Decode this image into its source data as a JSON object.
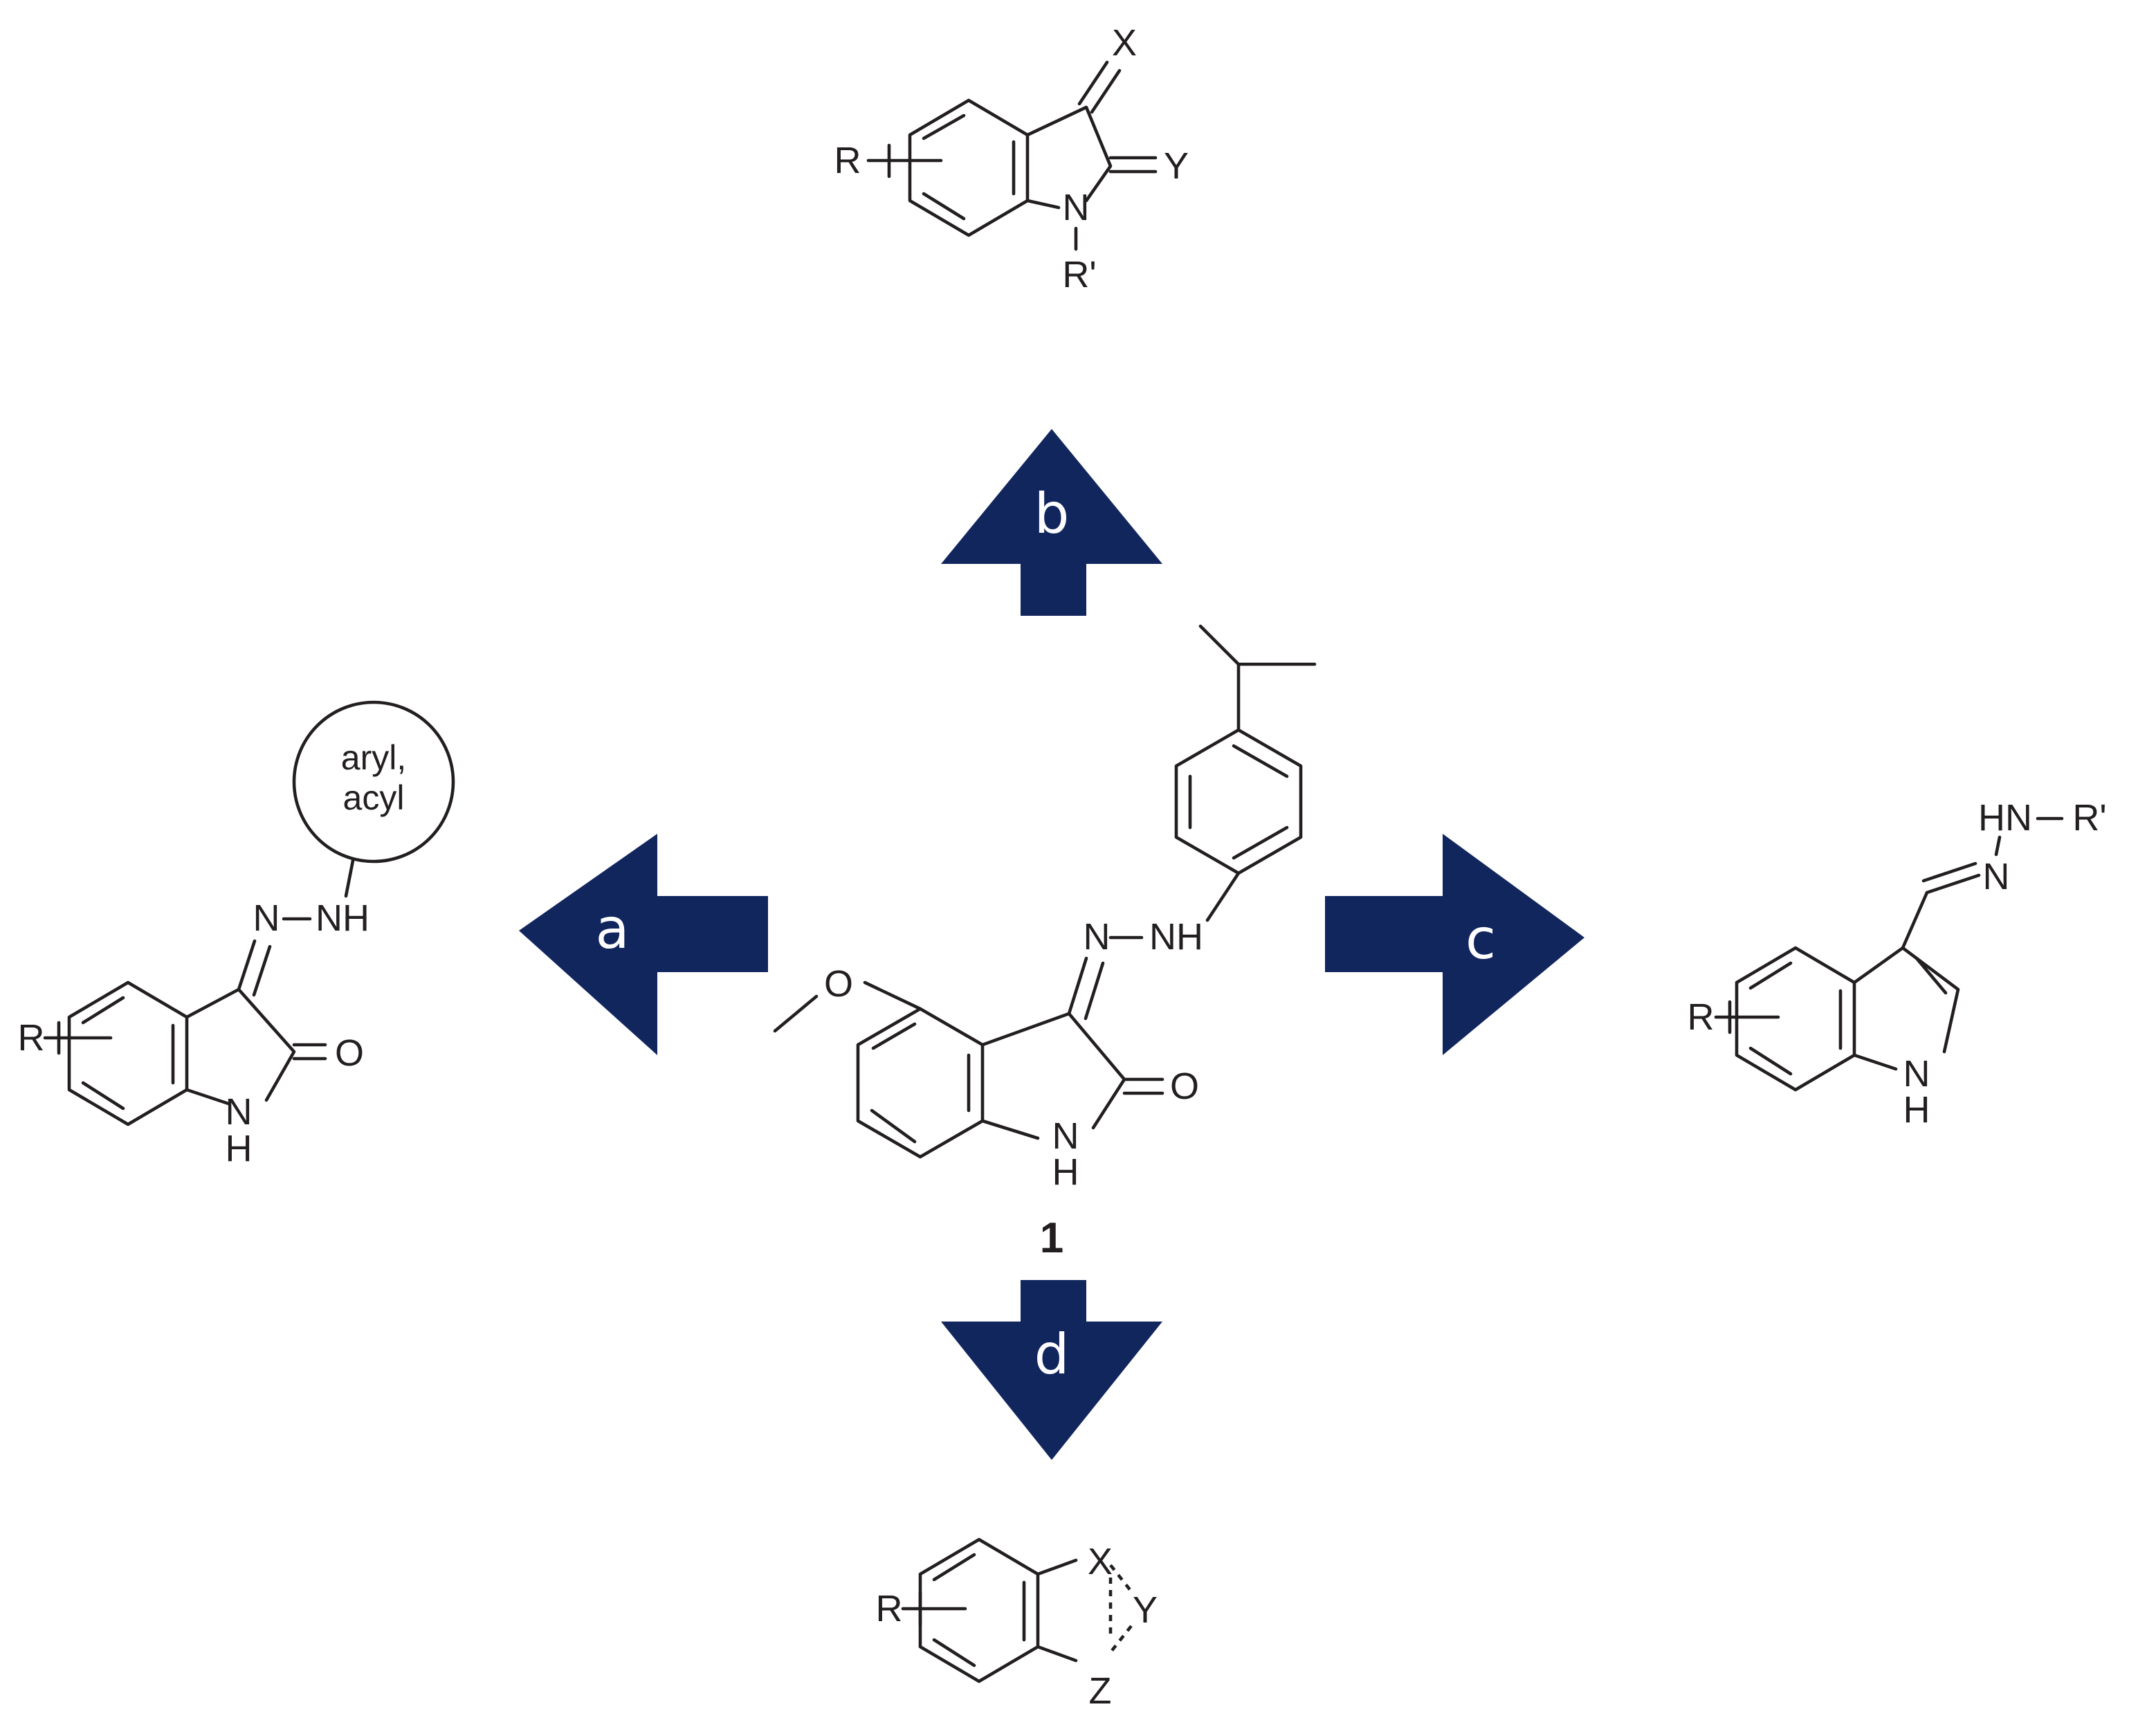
{
  "colors": {
    "arrow": "#12265e",
    "bond": "#231f20",
    "arrow_text": "#ffffff",
    "background": "#ffffff"
  },
  "compound_label": "1",
  "arrows": {
    "a": "a",
    "b": "b",
    "c": "c",
    "d": "d"
  },
  "center_molecule": {
    "o_methoxy": "O",
    "n_imine": "N",
    "nh_link": "NH",
    "o_carbonyl": "O",
    "n_ring": "N",
    "h_ring": "H"
  },
  "top_molecule": {
    "r": "R",
    "x": "X",
    "y": "Y",
    "n": "N",
    "r_prime": "R'"
  },
  "left_molecule": {
    "r": "R",
    "n_imine": "N",
    "nh_link": "NH",
    "o": "O",
    "n_ring": "N",
    "h_ring": "H",
    "circle_line1": "aryl,",
    "circle_line2": "acyl"
  },
  "right_molecule": {
    "hn": "HN",
    "r_prime": "R'",
    "n": "N",
    "r": "R",
    "n_ring": "N",
    "h_ring": "H"
  },
  "bottom_molecule": {
    "r": "R",
    "x": "X",
    "y": "Y",
    "z": "Z"
  }
}
